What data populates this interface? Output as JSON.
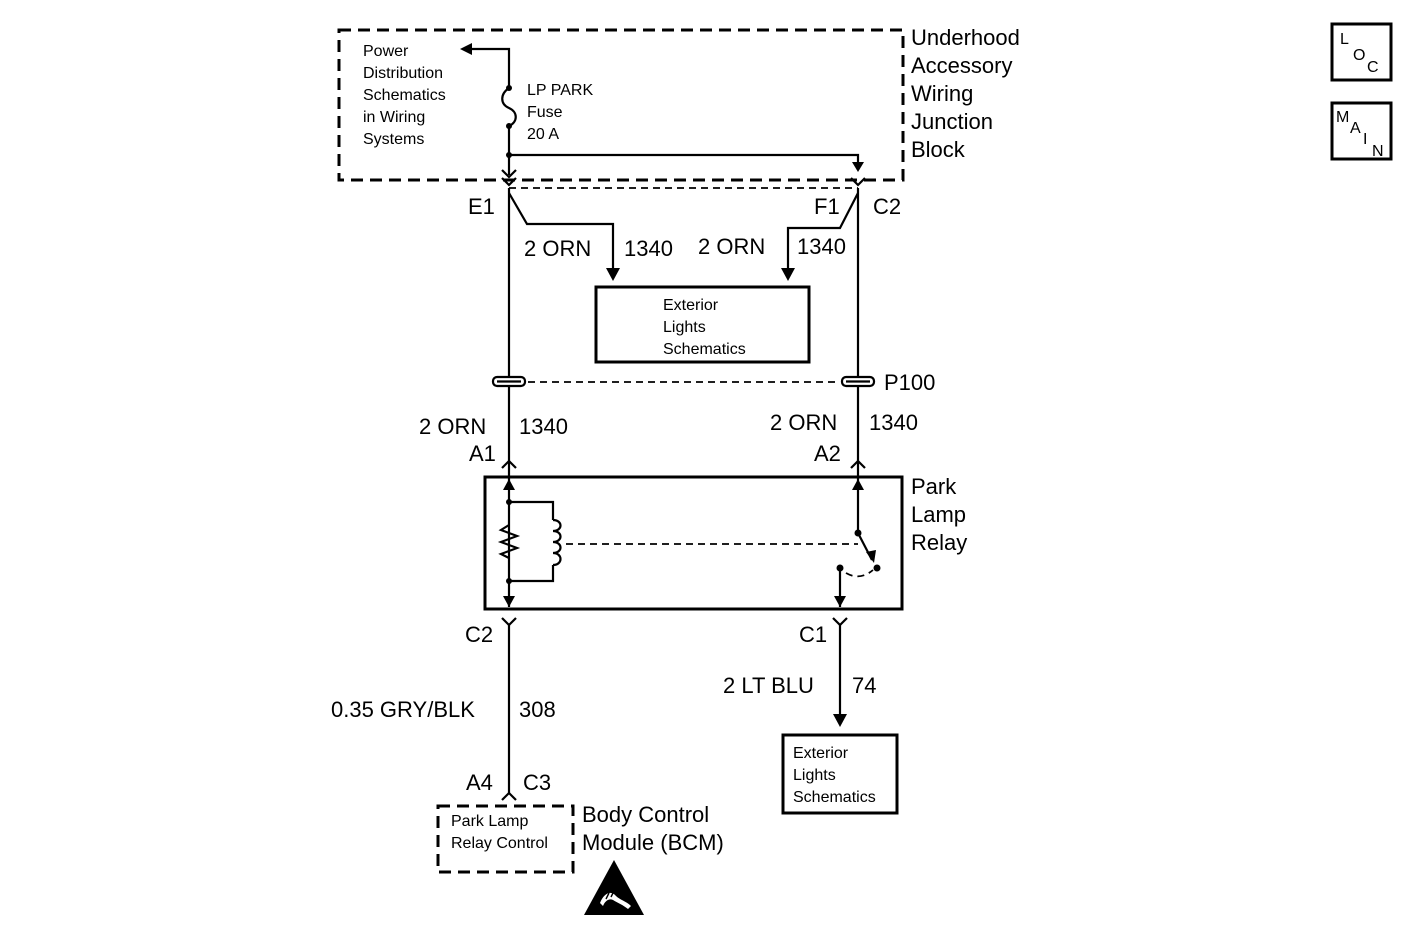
{
  "nav": {
    "loc": [
      "L",
      "O",
      "C"
    ],
    "main": [
      "M",
      "A",
      "I",
      "N"
    ]
  },
  "junction_block": {
    "title_lines": [
      "Underhood",
      "Accessory",
      "Wiring",
      "Junction",
      "Block"
    ]
  },
  "power_ref": {
    "lines": [
      "Power",
      "Distribution",
      "Schematics",
      "in Wiring",
      "Systems"
    ]
  },
  "fuse": {
    "lines": [
      "LP PARK",
      "Fuse",
      "20 A"
    ]
  },
  "connectors": {
    "e1": "E1",
    "f1": "F1",
    "c2_top": "C2",
    "p100": "P100",
    "a1": "A1",
    "a2": "A2",
    "c2_relay": "C2",
    "c1_relay": "C1",
    "a4": "A4",
    "c3": "C3"
  },
  "wires": {
    "upper_left": {
      "label": "2 ORN",
      "circuit": "1340"
    },
    "upper_right": {
      "label": "2 ORN",
      "circuit": "1340"
    },
    "mid_left": {
      "label": "2 ORN",
      "circuit": "1340"
    },
    "mid_right": {
      "label": "2 ORN",
      "circuit": "1340"
    },
    "control": {
      "label": "0.35 GRY/BLK",
      "circuit": "308"
    },
    "output": {
      "label": "2 LT BLU",
      "circuit": "74"
    }
  },
  "exterior_lights_top": {
    "lines": [
      "Exterior",
      "Lights",
      "Schematics"
    ]
  },
  "exterior_lights_bottom": {
    "lines": [
      "Exterior",
      "Lights",
      "Schematics"
    ]
  },
  "relay": {
    "title_lines": [
      "Park",
      "Lamp",
      "Relay"
    ]
  },
  "bcm": {
    "inner_lines": [
      "Park Lamp",
      "Relay Control"
    ],
    "title_lines": [
      "Body Control",
      "Module (BCM)"
    ]
  },
  "icons": {
    "esd": "esd-warning-icon",
    "fuse": "fuse-icon",
    "coil": "relay-coil-icon",
    "resistor": "resistor-icon",
    "switch": "relay-switch-icon"
  }
}
